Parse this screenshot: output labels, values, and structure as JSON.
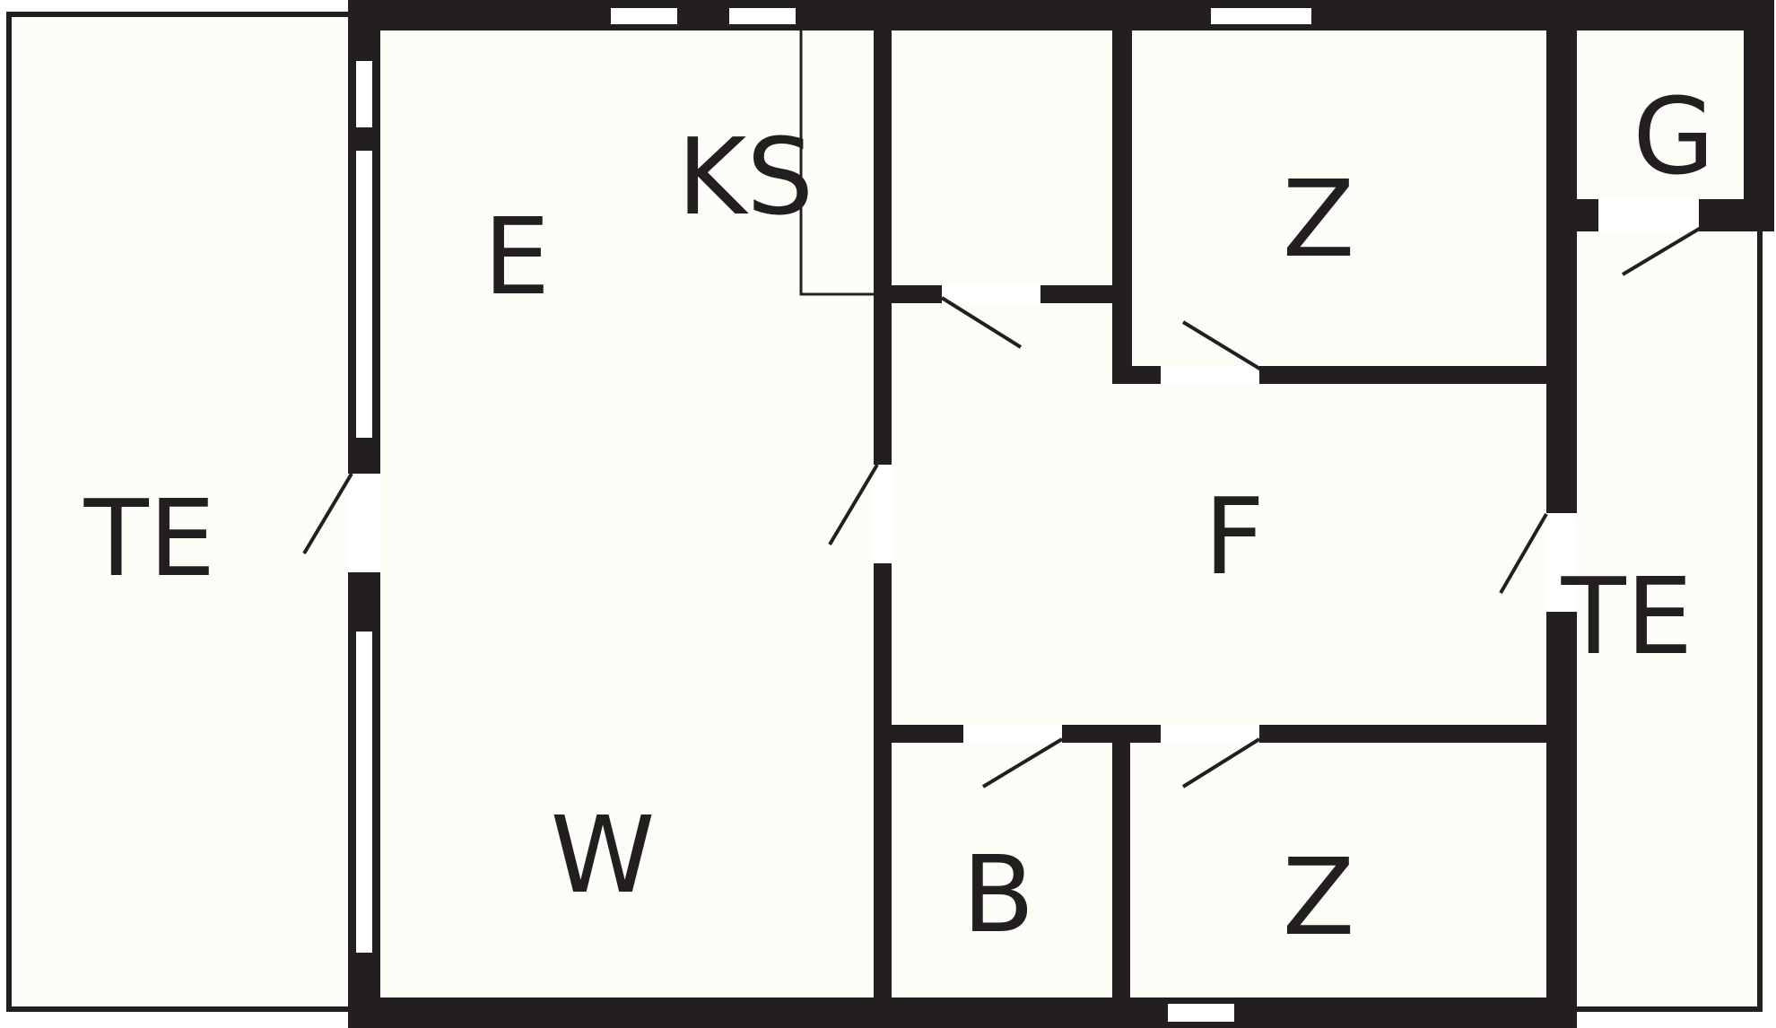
{
  "floor_plan": {
    "colors": {
      "wall": "#231f20",
      "floor": "#fdfdf8",
      "opening": "#ffffff"
    },
    "rooms": [
      {
        "key": "terrace_left",
        "label": "TE"
      },
      {
        "key": "dining",
        "label": "E"
      },
      {
        "key": "kitchen",
        "label": "KS"
      },
      {
        "key": "living",
        "label": "W"
      },
      {
        "key": "room_top",
        "label": "Z"
      },
      {
        "key": "hall",
        "label": "F"
      },
      {
        "key": "bath",
        "label": "B"
      },
      {
        "key": "room_bottom",
        "label": "Z"
      },
      {
        "key": "garage",
        "label": "G"
      },
      {
        "key": "terrace_right",
        "label": "TE"
      }
    ]
  }
}
